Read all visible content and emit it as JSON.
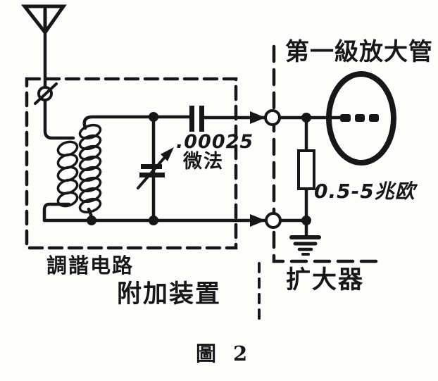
{
  "figure": {
    "type": "radio tuning-circuit schematic (printed book figure)",
    "caption": {
      "prefix": "圖",
      "number": "2"
    }
  },
  "labels": {
    "tube": "第一級放大管",
    "capacitor_value": ".00025",
    "capacitor_unit": "微法",
    "resistor_value": "0.5-5兆欧",
    "tuning_circuit": "調諧电路",
    "attachment": "附加装置",
    "amplifier": "扩大器"
  },
  "components": [
    "antenna-icon",
    "antenna-trimmer-icon",
    "antenna-coil-icon",
    "tuning-coil-icon",
    "variable-capacitor-icon",
    "coupling-capacitor-icon",
    "grid-resistor-icon",
    "triode-tube-icon",
    "ground-icon",
    "input-terminal-icons",
    "signal-arrow-icons",
    "tuning-box-dashed-border",
    "amplifier-dashed-border"
  ],
  "colors": {
    "ink": "#171717",
    "paper": "#fdfdfc"
  }
}
